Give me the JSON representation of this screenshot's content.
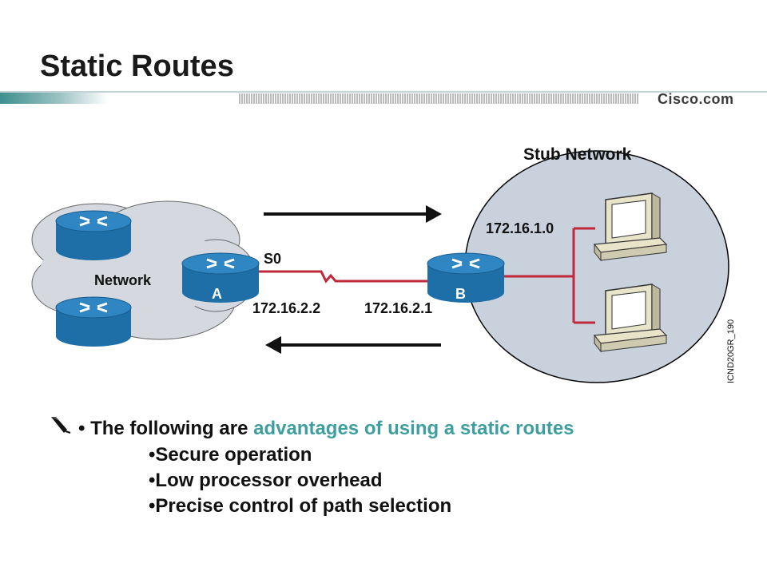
{
  "slide": {
    "title": "Static Routes",
    "brand": "Cisco.com"
  },
  "diagram": {
    "stub_network_label": "Stub Network",
    "network_label": "Network",
    "router_a_label": "A",
    "router_b_label": "B",
    "interface_label": "S0",
    "ip_a": "172.16.2.2",
    "ip_b": "172.16.2.1",
    "subnet_label": "172.16.1.0",
    "figure_id": "ICND20GR_190"
  },
  "bullets": {
    "intro_prefix": "The following are ",
    "intro_highlight": "advantages of using a static routes",
    "items": [
      "Secure operation",
      "Low processor overhead",
      "Precise control of path selection"
    ]
  },
  "colors": {
    "accent": "#3f9f9f",
    "router_blue": "#1e6fa8",
    "link_red": "#c0283c",
    "stub_fill": "#c9d1dd"
  }
}
